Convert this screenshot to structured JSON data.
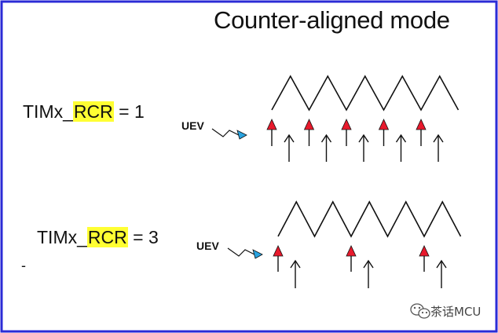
{
  "title": "Counter-aligned mode",
  "panels": [
    {
      "label_prefix": "TIMx_",
      "label_reg": "RCR",
      "label_suffix": " = 1",
      "uev": "UEV",
      "rcr": 1,
      "peaks": 5
    },
    {
      "label_prefix": "TIMx_",
      "label_reg": "RCR",
      "label_suffix": " = 3",
      "uev": "UEV",
      "rcr": 3,
      "peaks": 5
    }
  ],
  "dash": "-",
  "watermark": "茶话MCU",
  "colors": {
    "border": "#2b2bd6",
    "highlight": "#ffff33",
    "update_arrow": "#e8192c",
    "uev_arrow": "#29a3e0"
  }
}
